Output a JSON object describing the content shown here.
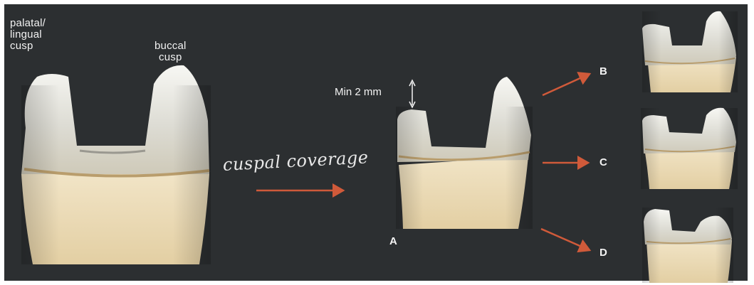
{
  "labels": {
    "palatal_cusp": "palatal/\nlingual\ncusp",
    "buccal_cusp": "buccal\ncusp",
    "cuspal_coverage": "cuspal coverage",
    "min_thickness": "Min 2 mm",
    "variant_a": "A",
    "variant_b": "B",
    "variant_c": "C",
    "variant_d": "D"
  },
  "colors": {
    "background": "#2c2f31",
    "arrow": "#d05a3a",
    "text": "#f2f2f2"
  }
}
